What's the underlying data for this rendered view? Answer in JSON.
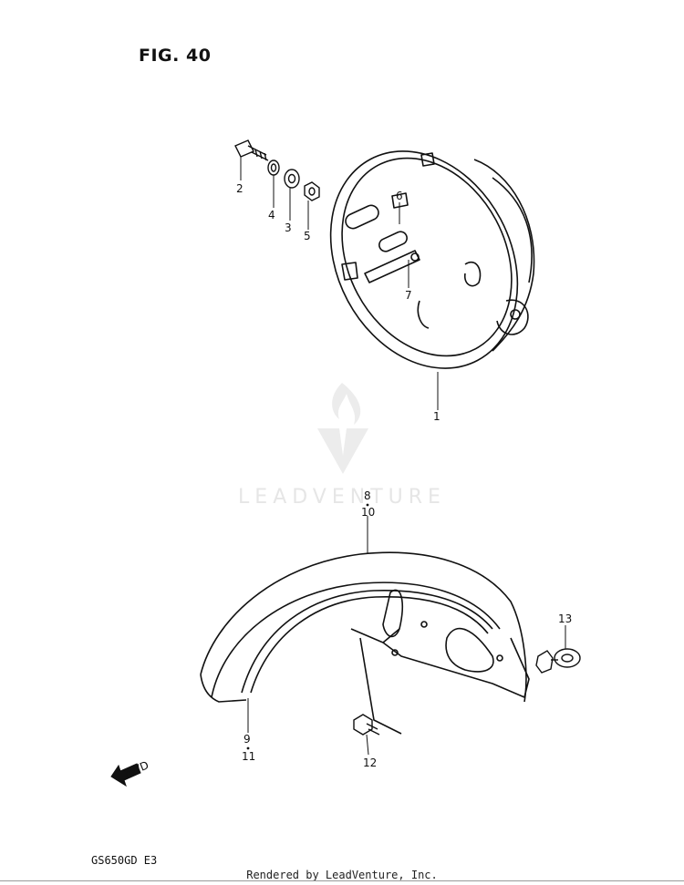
{
  "figure": {
    "title": "FIG. 40",
    "model": "GS650GD  E3",
    "footer": "Rendered by LeadVenture, Inc.",
    "watermark": "LEADVENTURE",
    "fwd_label": "FWD"
  },
  "callouts": [
    "1",
    "2",
    "3",
    "4",
    "5",
    "6",
    "7",
    "8",
    "9",
    "10",
    "11",
    "12",
    "13"
  ]
}
